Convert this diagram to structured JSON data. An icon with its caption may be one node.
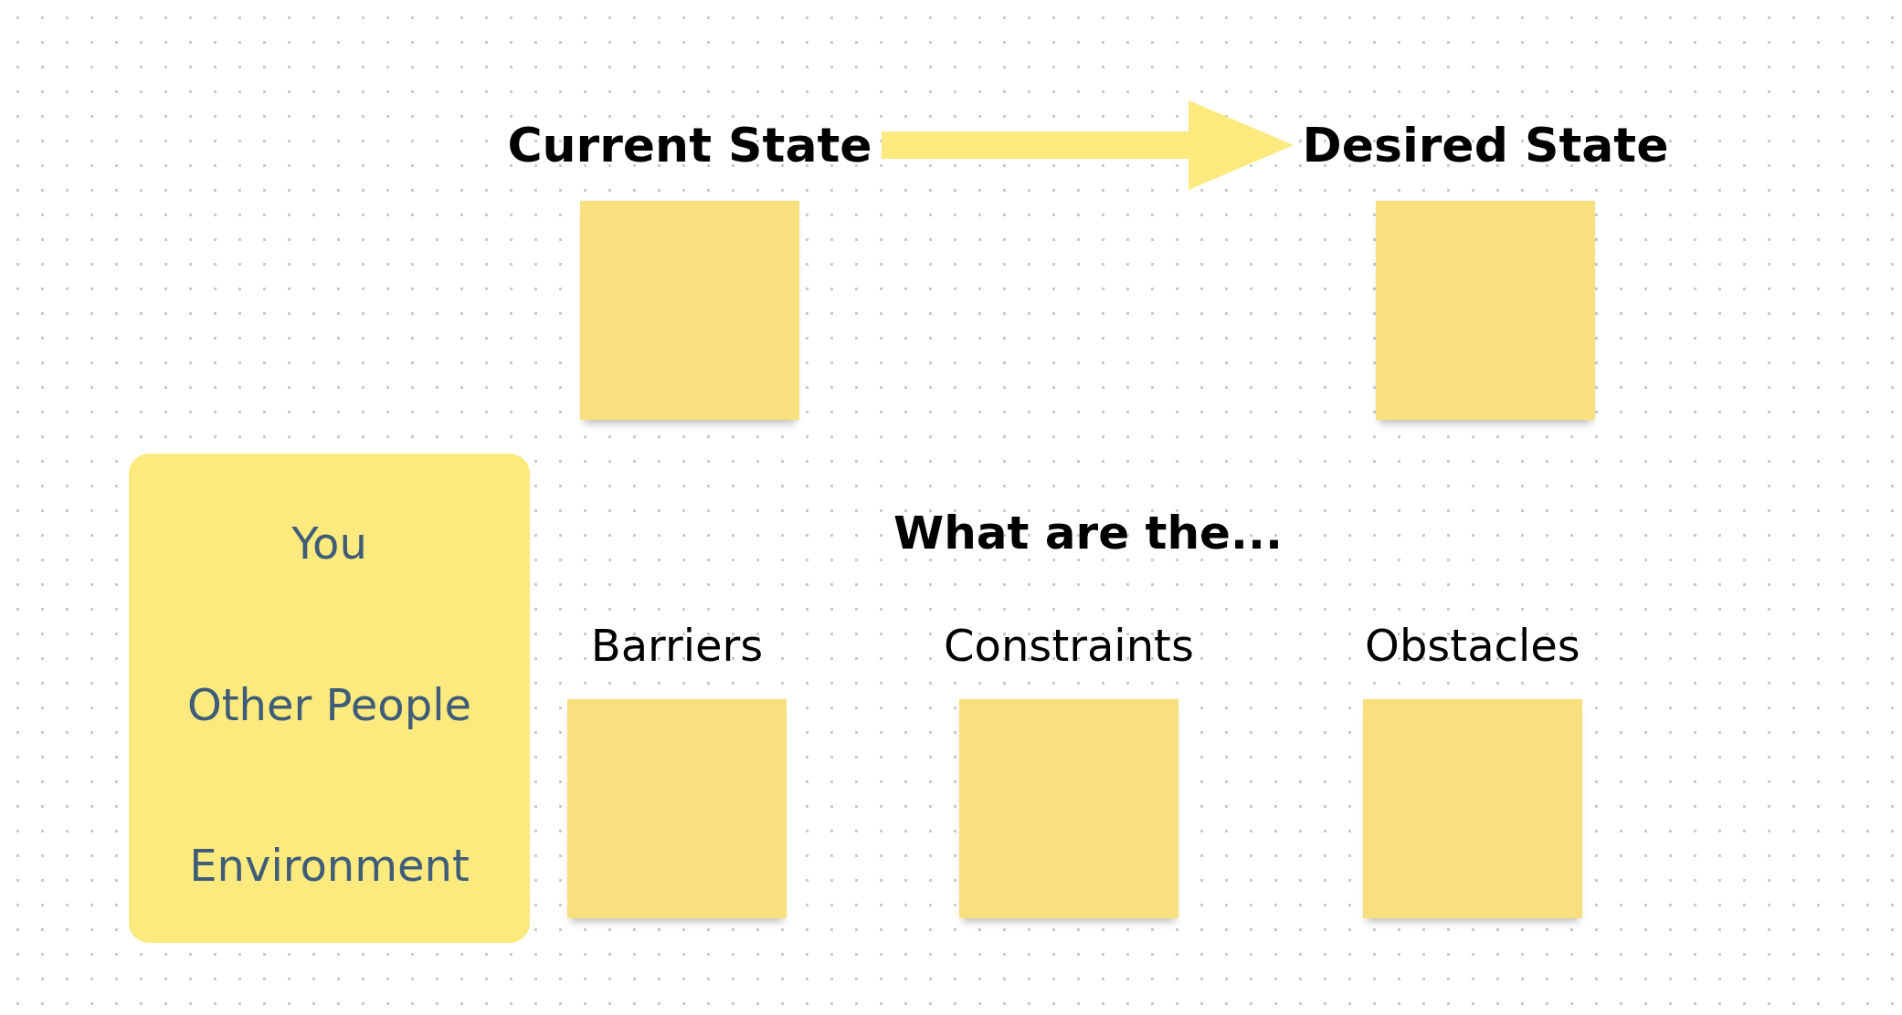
{
  "diagram": {
    "nodes": [
      {
        "text": [
          "Current State"
        ]
      },
      {
        "text": [
          "Desired State"
        ]
      },
      {
        "text": [
          "You",
          "Other People",
          "Environment"
        ]
      },
      {
        "text": [
          "Barriers"
        ]
      },
      {
        "text": [
          "Constraints"
        ]
      },
      {
        "text": [
          "Obstacles"
        ]
      }
    ],
    "edges": [
      {
        "from": 0,
        "to": 1,
        "arrow": "to",
        "color": "#fcea7e"
      }
    ],
    "labels": [
      "What are the..."
    ]
  }
}
